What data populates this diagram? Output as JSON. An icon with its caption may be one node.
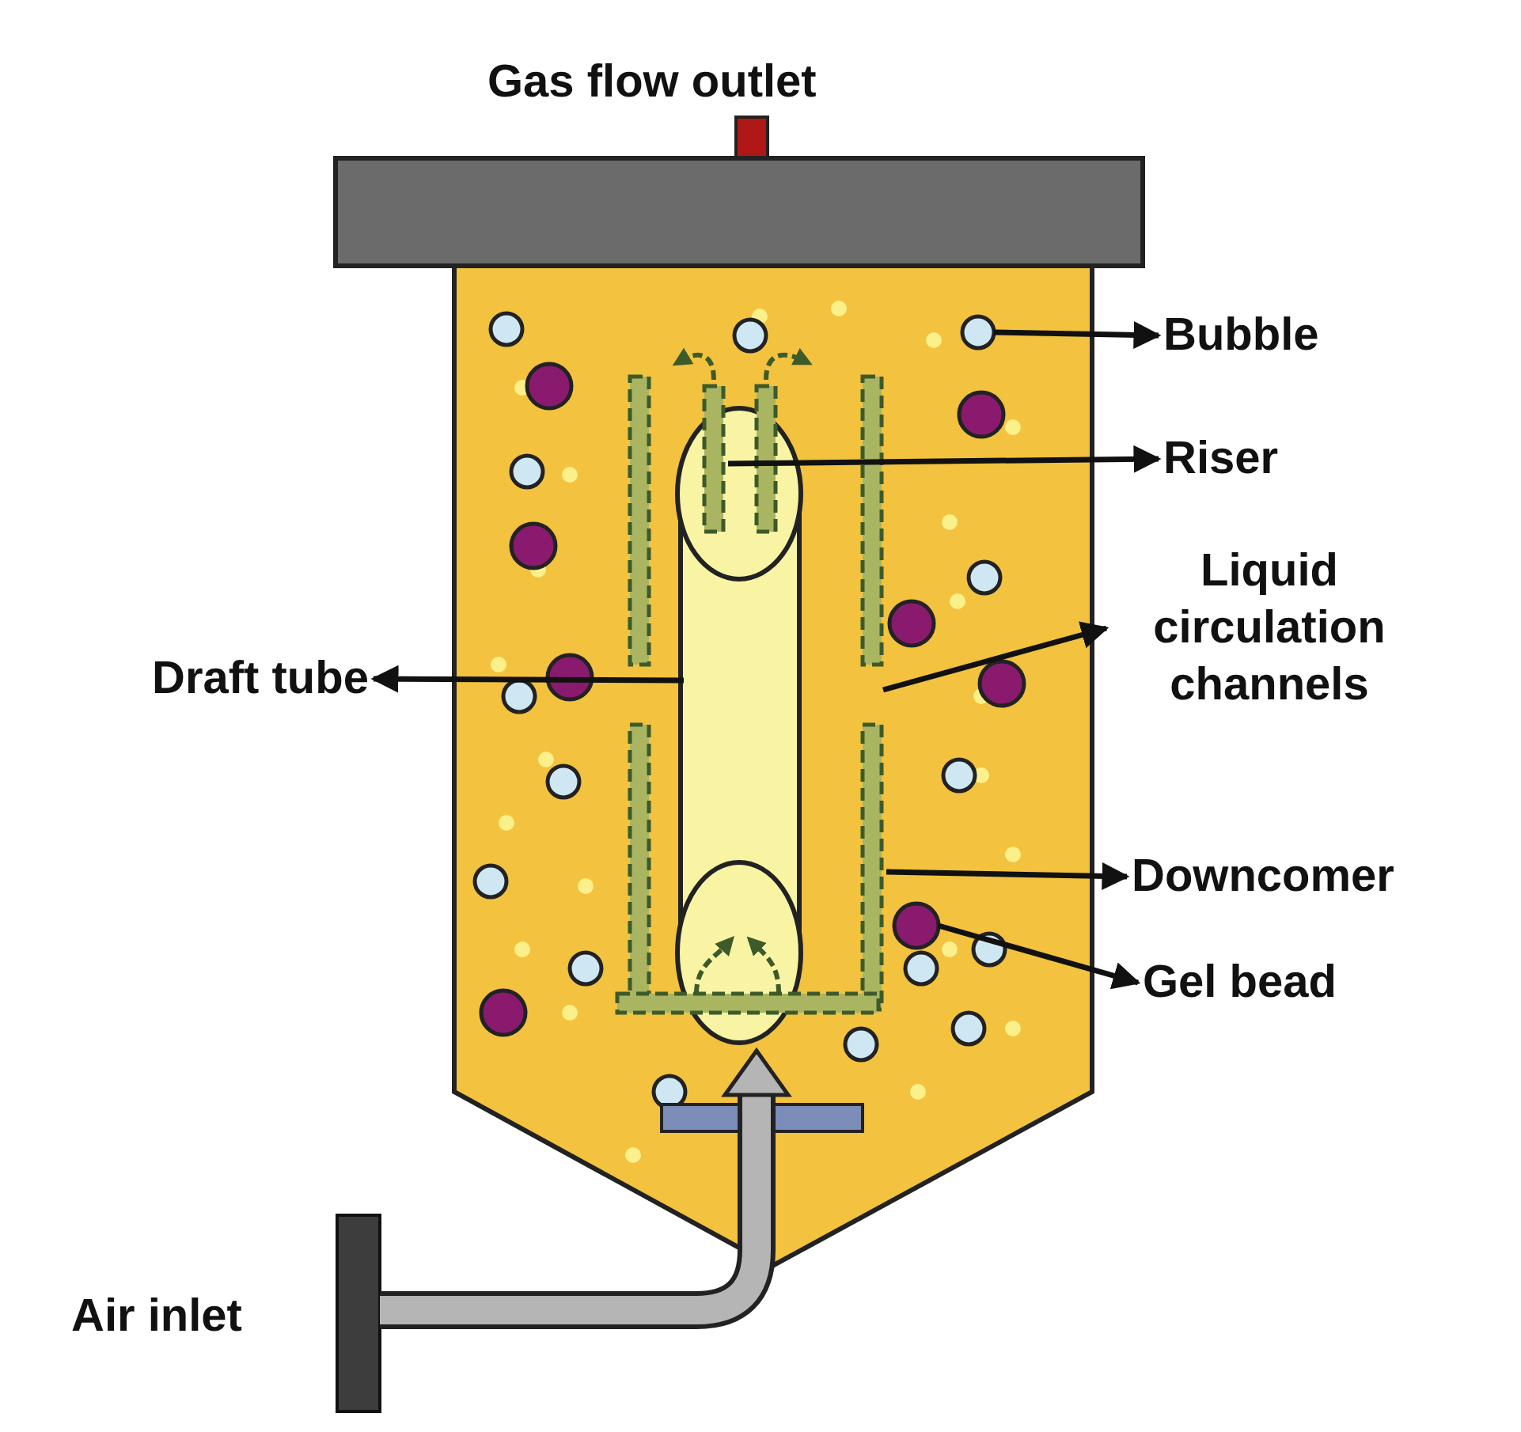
{
  "diagram": {
    "nodes": [
      {
        "text": [
          "Bubble"
        ]
      },
      {
        "text": [
          "Riser"
        ]
      },
      {
        "text": [
          "Liquid circulation channels"
        ]
      },
      {
        "text": [
          "Draft tube"
        ]
      },
      {
        "text": [
          "Downcomer"
        ]
      },
      {
        "text": [
          "Gel bead"
        ]
      },
      {
        "text": [],
        "shape": "circle"
      },
      {
        "text": [],
        "shape": "circle"
      }
    ],
    "edges": [
      {
        "from": 6,
        "to": 0,
        "arrow": "to"
      },
      {
        "from": null,
        "to": 1,
        "arrow": "to"
      },
      {
        "from": null,
        "to": 2,
        "arrow": "to"
      },
      {
        "from": null,
        "to": 3,
        "arrow": "to"
      },
      {
        "from": null,
        "to": 4,
        "arrow": "to"
      },
      {
        "from": 7,
        "to": 5,
        "arrow": "to"
      }
    ],
    "labels": [
      "Gas flow outlet",
      "Air inlet"
    ]
  }
}
